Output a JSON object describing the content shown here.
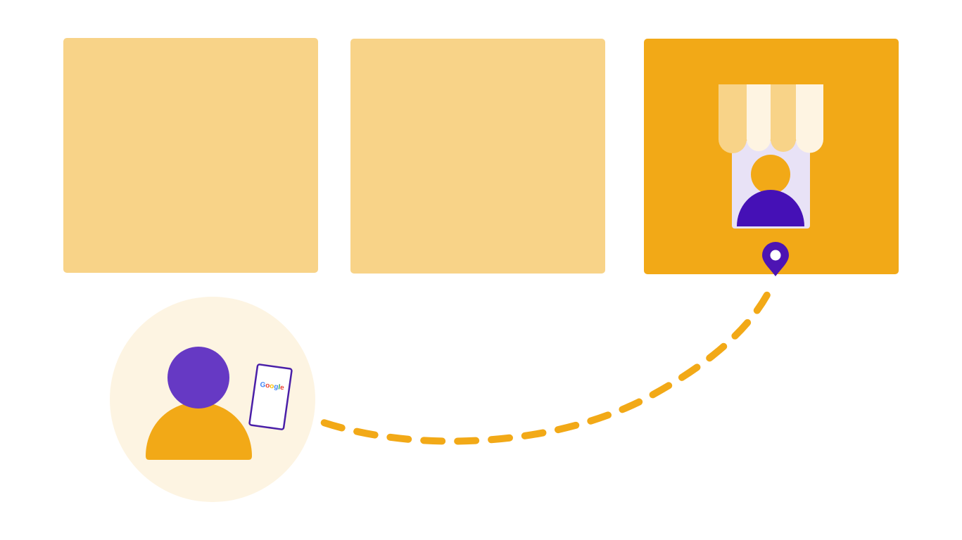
{
  "colors": {
    "background": "#ffffff",
    "tile_light": "#f8d388",
    "tile_active": "#f2a917",
    "user_circle": "#fdf4e2",
    "user_head": "#6639c4",
    "user_body": "#f2a917",
    "phone_border": "#4a1fa8",
    "phone_screen": "#ffffff",
    "dash_path": "#f2a917",
    "pin": "#4d14b3",
    "pin_dot": "#ffffff",
    "awning_dark": "#f8d388",
    "awning_light": "#fef4e2",
    "shop_window": "#e8e2f6",
    "shopkeeper_head": "#f2a917",
    "shopkeeper_body": "#4510b6"
  },
  "tiles": [
    {
      "id": "tile-1",
      "active": false
    },
    {
      "id": "tile-2",
      "active": false
    },
    {
      "id": "tile-3",
      "active": true
    }
  ],
  "icons": {
    "user": "user-icon",
    "phone": "phone-icon",
    "shop": "storefront-icon",
    "pin": "location-pin-icon",
    "path": "dashed-route"
  },
  "phone": {
    "logo_letters": [
      "G",
      "o",
      "o",
      "g",
      "l",
      "e"
    ],
    "logo_colors": [
      "#4285f4",
      "#ea4335",
      "#fbbc05",
      "#4285f4",
      "#34a853",
      "#ea4335"
    ]
  }
}
